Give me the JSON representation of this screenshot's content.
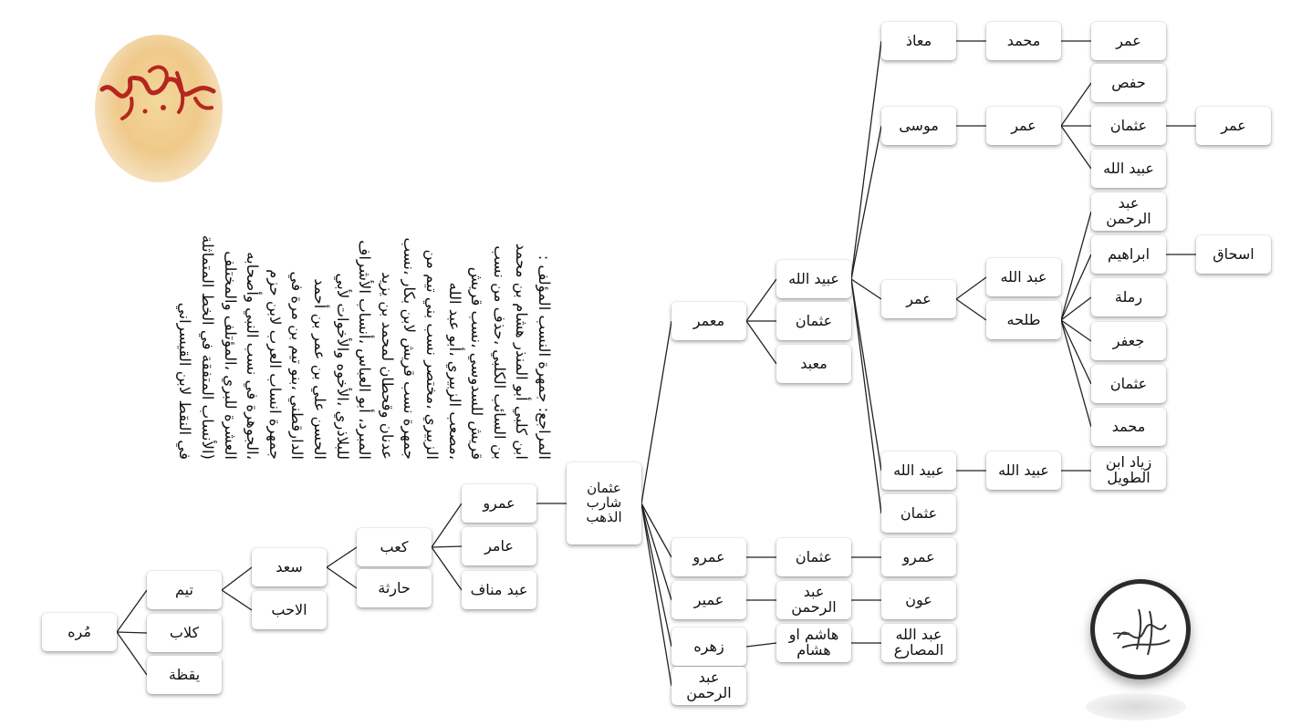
{
  "tree": {
    "nodes": [
      {
        "id": "murrah",
        "label": "مُره"
      },
      {
        "id": "taym",
        "label": "تيم"
      },
      {
        "id": "kilab",
        "label": "كلاب"
      },
      {
        "id": "yaqadha",
        "label": "يقظة"
      },
      {
        "id": "saad",
        "label": "سعد"
      },
      {
        "id": "alahab",
        "label": "الاحب"
      },
      {
        "id": "kaab",
        "label": "كعب"
      },
      {
        "id": "haritha",
        "label": "حارثة"
      },
      {
        "id": "amr1",
        "label": "عمرو"
      },
      {
        "id": "amer",
        "label": "عامر"
      },
      {
        "id": "abdmanaf",
        "label": "عبد مناف"
      },
      {
        "id": "uthman_shareb",
        "label": "عثمان\nشارب\nالذهب"
      },
      {
        "id": "muammar",
        "label": "معمر"
      },
      {
        "id": "amr2",
        "label": "عمرو"
      },
      {
        "id": "umayr",
        "label": "عمير"
      },
      {
        "id": "zuhra",
        "label": "زهره"
      },
      {
        "id": "abdrahman1",
        "label": "عبد\nالرحمن"
      },
      {
        "id": "ubaydallah1",
        "label": "عبيد الله"
      },
      {
        "id": "uthman1",
        "label": "عثمان"
      },
      {
        "id": "mabad",
        "label": "معبد"
      },
      {
        "id": "uthman2",
        "label": "عثمان"
      },
      {
        "id": "abdrahman2",
        "label": "عبد\nالرحمن"
      },
      {
        "id": "hashem",
        "label": "هاشم او\nهشام"
      },
      {
        "id": "amr3",
        "label": "عمرو"
      },
      {
        "id": "awn",
        "label": "عون"
      },
      {
        "id": "abdallah_musara",
        "label": "عبد الله\nالمصارع"
      },
      {
        "id": "muadh",
        "label": "معاذ"
      },
      {
        "id": "musa",
        "label": "موسى"
      },
      {
        "id": "umar1",
        "label": "عمر"
      },
      {
        "id": "ubaydallah2",
        "label": "عبيد الله"
      },
      {
        "id": "uthman3",
        "label": "عثمان"
      },
      {
        "id": "muhammad1",
        "label": "محمد"
      },
      {
        "id": "umar2",
        "label": "عمر"
      },
      {
        "id": "abdallah1",
        "label": "عبد الله"
      },
      {
        "id": "talha",
        "label": "طلحه"
      },
      {
        "id": "ubaydallah3",
        "label": "عبيد الله"
      },
      {
        "id": "umar3",
        "label": "عمر"
      },
      {
        "id": "hafs",
        "label": "حفص"
      },
      {
        "id": "uthman4",
        "label": "عثمان"
      },
      {
        "id": "ubaydallah4",
        "label": "عبيد الله"
      },
      {
        "id": "abdrahman3",
        "label": "عبد\nالرحمن"
      },
      {
        "id": "ibrahim",
        "label": "ابراهيم"
      },
      {
        "id": "ramla",
        "label": "رملة"
      },
      {
        "id": "jafar",
        "label": "جعفر"
      },
      {
        "id": "uthman5",
        "label": "عثمان"
      },
      {
        "id": "muhammad2",
        "label": "محمد"
      },
      {
        "id": "ziyad",
        "label": "زياد ابن\nالطويل"
      },
      {
        "id": "umar4",
        "label": "عمر"
      },
      {
        "id": "ishaq",
        "label": "اسحاق"
      }
    ],
    "edges": [
      [
        "murrah",
        "taym"
      ],
      [
        "murrah",
        "kilab"
      ],
      [
        "murrah",
        "yaqadha"
      ],
      [
        "taym",
        "saad"
      ],
      [
        "taym",
        "alahab"
      ],
      [
        "saad",
        "kaab"
      ],
      [
        "saad",
        "haritha"
      ],
      [
        "kaab",
        "amr1"
      ],
      [
        "kaab",
        "amer"
      ],
      [
        "kaab",
        "abdmanaf"
      ],
      [
        "amr1",
        "uthman_shareb"
      ],
      [
        "uthman_shareb",
        "muammar"
      ],
      [
        "uthman_shareb",
        "amr2"
      ],
      [
        "uthman_shareb",
        "umayr"
      ],
      [
        "uthman_shareb",
        "zuhra"
      ],
      [
        "uthman_shareb",
        "abdrahman1"
      ],
      [
        "muammar",
        "ubaydallah1"
      ],
      [
        "muammar",
        "uthman1"
      ],
      [
        "muammar",
        "mabad"
      ],
      [
        "amr2",
        "uthman2"
      ],
      [
        "umayr",
        "abdrahman2"
      ],
      [
        "zuhra",
        "hashem"
      ],
      [
        "uthman2",
        "amr3"
      ],
      [
        "abdrahman2",
        "awn"
      ],
      [
        "hashem",
        "abdallah_musara"
      ],
      [
        "ubaydallah1",
        "muadh"
      ],
      [
        "ubaydallah1",
        "musa"
      ],
      [
        "ubaydallah1",
        "umar1"
      ],
      [
        "ubaydallah1",
        "ubaydallah2"
      ],
      [
        "ubaydallah1",
        "uthman3"
      ],
      [
        "muadh",
        "muhammad1"
      ],
      [
        "muhammad1",
        "umar3"
      ],
      [
        "musa",
        "umar2"
      ],
      [
        "umar2",
        "hafs"
      ],
      [
        "umar2",
        "uthman4"
      ],
      [
        "umar2",
        "ubaydallah4"
      ],
      [
        "uthman4",
        "umar4"
      ],
      [
        "umar1",
        "abdallah1"
      ],
      [
        "umar1",
        "talha"
      ],
      [
        "talha",
        "abdrahman3"
      ],
      [
        "talha",
        "ibrahim"
      ],
      [
        "talha",
        "ramla"
      ],
      [
        "talha",
        "jafar"
      ],
      [
        "talha",
        "uthman5"
      ],
      [
        "talha",
        "muhammad2"
      ],
      [
        "ibrahim",
        "ishaq"
      ],
      [
        "ubaydallah2",
        "ubaydallah3"
      ],
      [
        "ubaydallah3",
        "ziyad"
      ]
    ]
  },
  "references": "المراجع: جمهرة النسب المؤلف : ابن كلبي أبو المنذر هشام بن محمد بن السائب الكلبي ،حذف من نسب قريش للسدوسي ،نسب قريش ،مصعب الزبيري ،أبو عبد الله الزبيري ،مختصر نسب بني تيم من جمهرة نسب قريش لابن بكار ،نسب عدنان وقحطان لمحمد بن يزيد المبرد، أبو العباس ،أنساب الأشراف للبلاذري ،الأخوه والأخوات لأبي الحسن علي بن عمر بن أحمد الدارقطني ،بنو تيم بن مرة في جمهرة انساب العرب لابن حزم ،الجوهرة في نسب النبي وأصحابه العشرة للبري ،المؤتلف والمختلف (الأنساب المتفقة في الخط المتماثلة في النقط لابن القيسراني",
  "colors": {
    "line": "#222222",
    "node_bg": "#ffffff"
  }
}
